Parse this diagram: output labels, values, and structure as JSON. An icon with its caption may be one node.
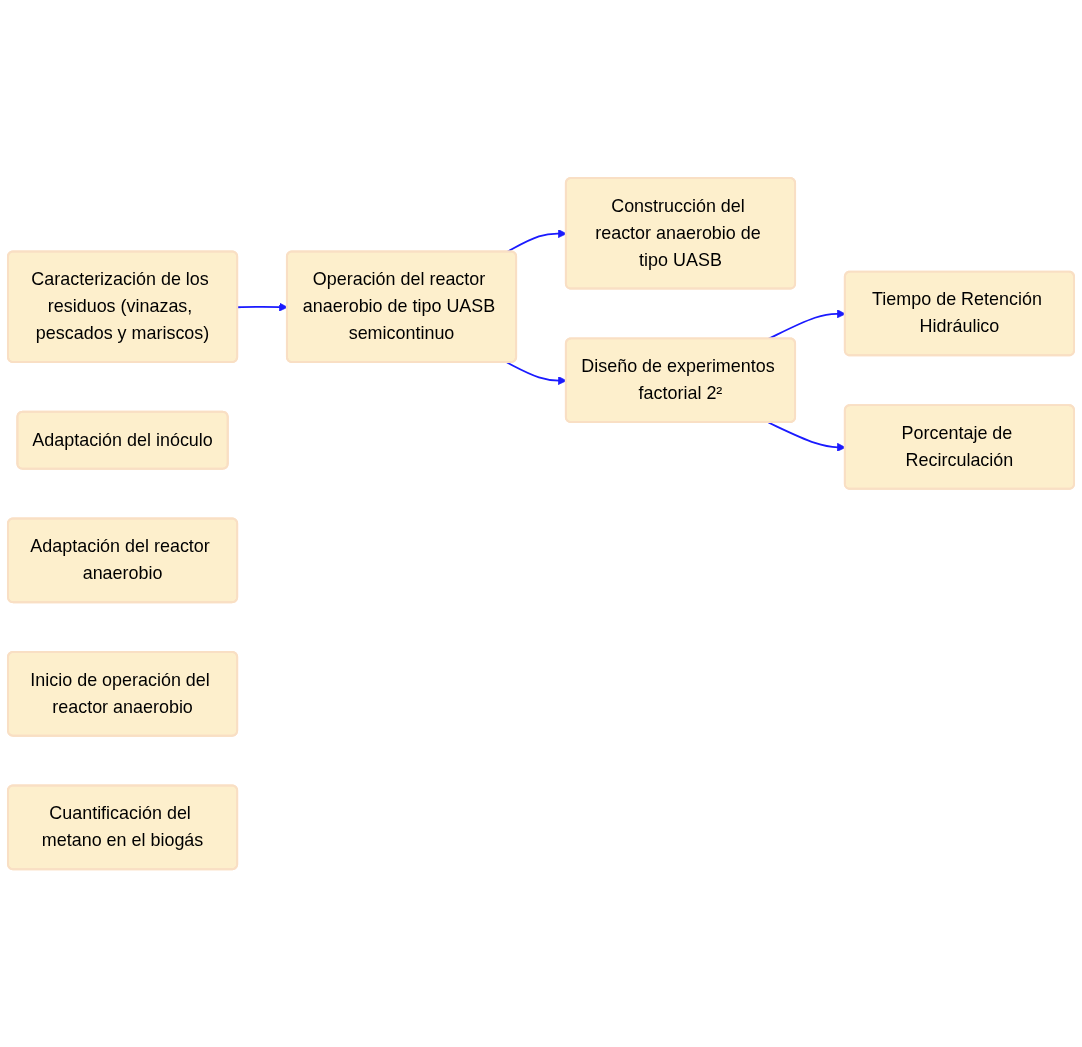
{
  "diagram": {
    "nodes": [
      {
        "text": [
          "Caracterización de los residuos (vinazas, pescados y mariscos)"
        ]
      },
      {
        "text": [
          "Operación del reactor anaerobio de tipo UASB semicontinuo"
        ]
      },
      {
        "text": [
          "Construcción del reactor anaerobio de tipo UASB"
        ]
      },
      {
        "text": [
          "Adaptación del inóculo"
        ]
      },
      {
        "text": [
          "Adaptación del reactor anaerobio"
        ]
      },
      {
        "text": [
          "Inicio de operación del reactor anaerobio"
        ]
      },
      {
        "text": [
          "Cuantificación del metano en el biogás"
        ]
      },
      {
        "text": [
          "Diseño de experimentos factorial 2²"
        ]
      },
      {
        "text": [
          "Tiempo de Retención Hidráulico"
        ]
      },
      {
        "text": [
          "Porcentaje de Recirculación"
        ]
      }
    ],
    "edges": [
      {
        "from": 0,
        "to": 1,
        "arrow": "to"
      },
      {
        "from": 1,
        "to": 2,
        "arrow": "to"
      },
      {
        "from": 1,
        "to": 7,
        "arrow": "to"
      },
      {
        "from": 7,
        "to": 8,
        "arrow": "to"
      },
      {
        "from": 7,
        "to": 9,
        "arrow": "to"
      }
    ]
  }
}
